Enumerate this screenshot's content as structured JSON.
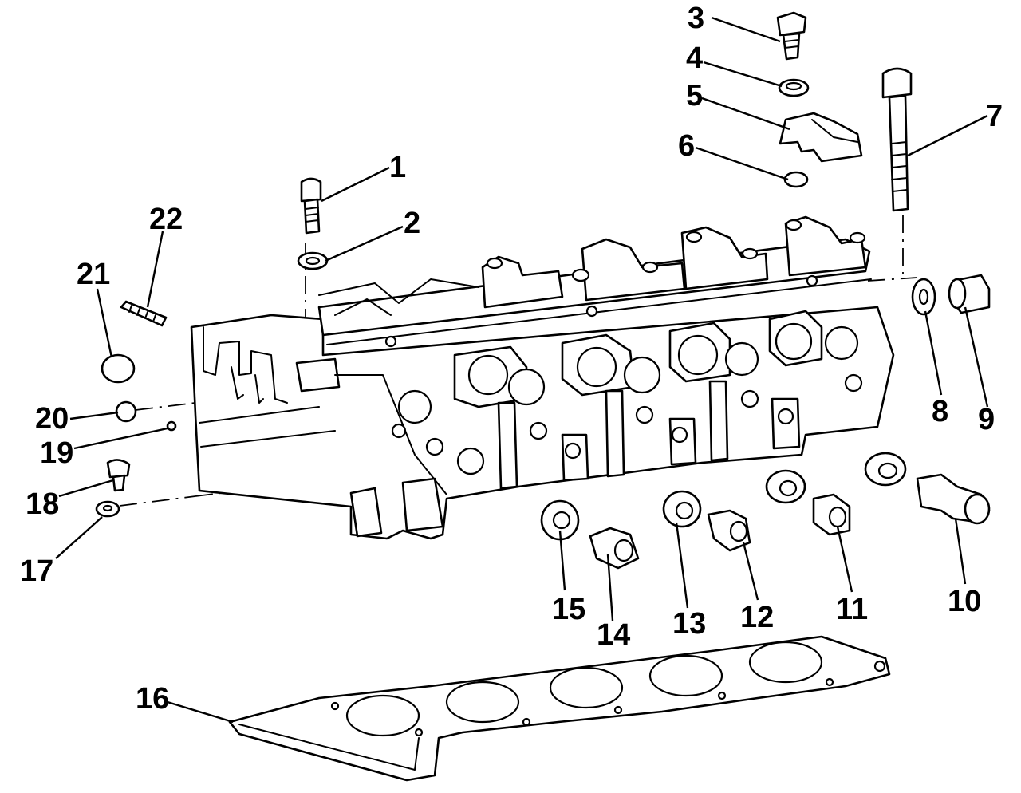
{
  "callouts": {
    "c1": "1",
    "c2": "2",
    "c3": "3",
    "c4": "4",
    "c5": "5",
    "c6": "6",
    "c7": "7",
    "c8": "8",
    "c9": "9",
    "c10": "10",
    "c11": "11",
    "c12": "12",
    "c13": "13",
    "c14": "14",
    "c15": "15",
    "c16": "16",
    "c17": "17",
    "c18": "18",
    "c19": "19",
    "c20": "20",
    "c21": "21",
    "c22": "22"
  }
}
